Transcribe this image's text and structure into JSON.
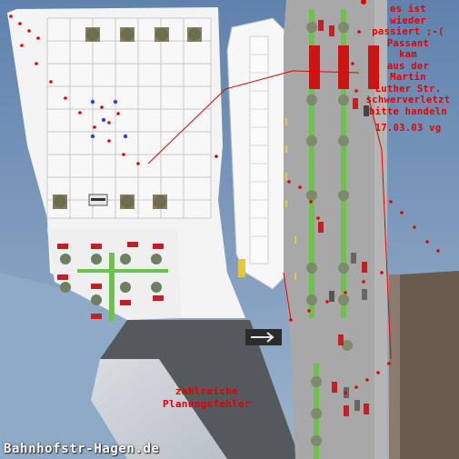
{
  "note": {
    "lines": [
      "es ist",
      "wieder",
      "passiert ;-(",
      "Passant",
      "kam",
      "aus der",
      "Martin",
      "Luther Str.",
      "schwerverletzt",
      "bitte handeln"
    ],
    "date": "17.03.03 vg"
  },
  "planning_note": {
    "lines": [
      "zahlreiche",
      "Planungsfehler"
    ]
  },
  "site_label": "Bahnhofstr-Hagen.de",
  "colors": {
    "annotation": "#e60000",
    "sky": "#6f8fb4",
    "plaza": "#f5f5f5",
    "road": "#a9a9a9",
    "grass": "#6cc24a",
    "building": "#6a5a4e"
  }
}
